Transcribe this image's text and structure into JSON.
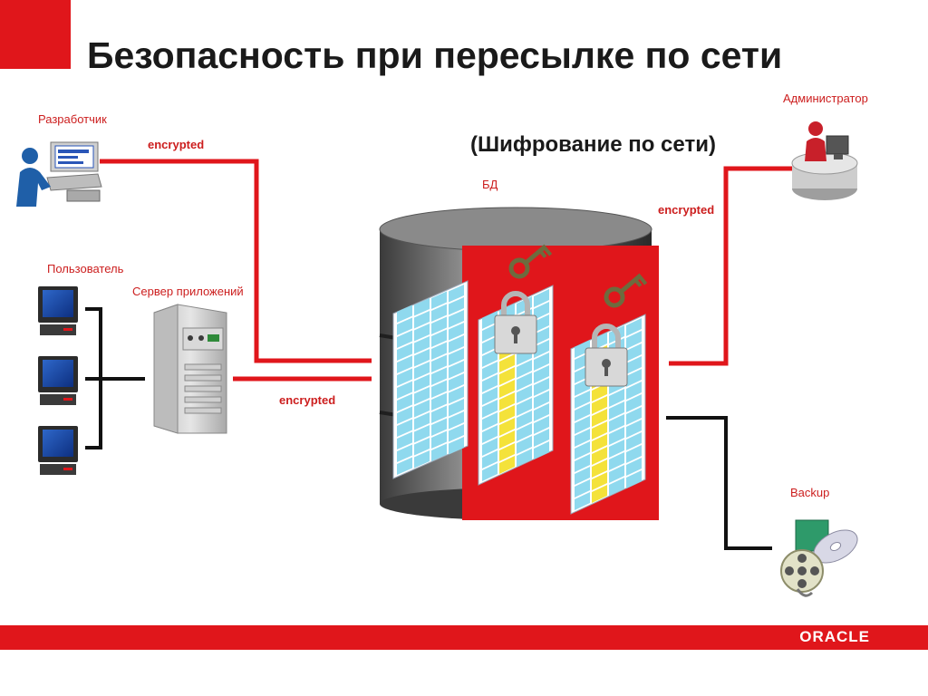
{
  "title": "Безопасность при пересылке по сети",
  "subtitle": "(Шифрование по сети)",
  "labels": {
    "developer": "Разработчик",
    "user": "Пользователь",
    "app_server": "Сервер приложений",
    "database": "БД",
    "administrator": "Администратор",
    "backup": "Backup"
  },
  "links": {
    "developer_db": "encrypted",
    "appserver_db": "encrypted",
    "db_admin": "encrypted"
  },
  "footer": {
    "logo": "ORACLE"
  },
  "colors": {
    "accent": "#e0161b",
    "line_red": "#e0161b",
    "line_black": "#111111",
    "table_cell": "#8fd9ee",
    "encrypted_column": "#f4e23a"
  }
}
